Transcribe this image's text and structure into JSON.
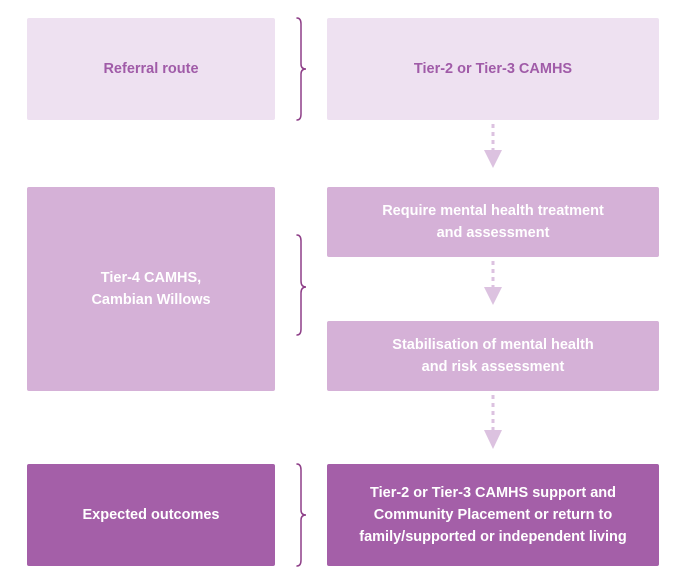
{
  "rows": {
    "referral": {
      "label": "Referral route",
      "detail": "Tier-2 or Tier-3 CAMHS"
    },
    "tier4": {
      "label": "Tier-4 CAMHS,\nCambian Willows",
      "step1": "Require mental health treatment\nand assessment",
      "step2": "Stabilisation of mental health\nand risk assessment"
    },
    "outcomes": {
      "label": "Expected outcomes",
      "detail": "Tier-2 or Tier-3 CAMHS support and\nCommunity Placement or return to\nfamily/supported or independent living"
    }
  },
  "colors": {
    "light_box": "#eee1f1",
    "light_text": "#a05ba8",
    "mid_box": "#d5b1d7",
    "dark_box": "#a45fa8",
    "brace": "#8e3f88",
    "arrow": "#dcc2e0"
  }
}
